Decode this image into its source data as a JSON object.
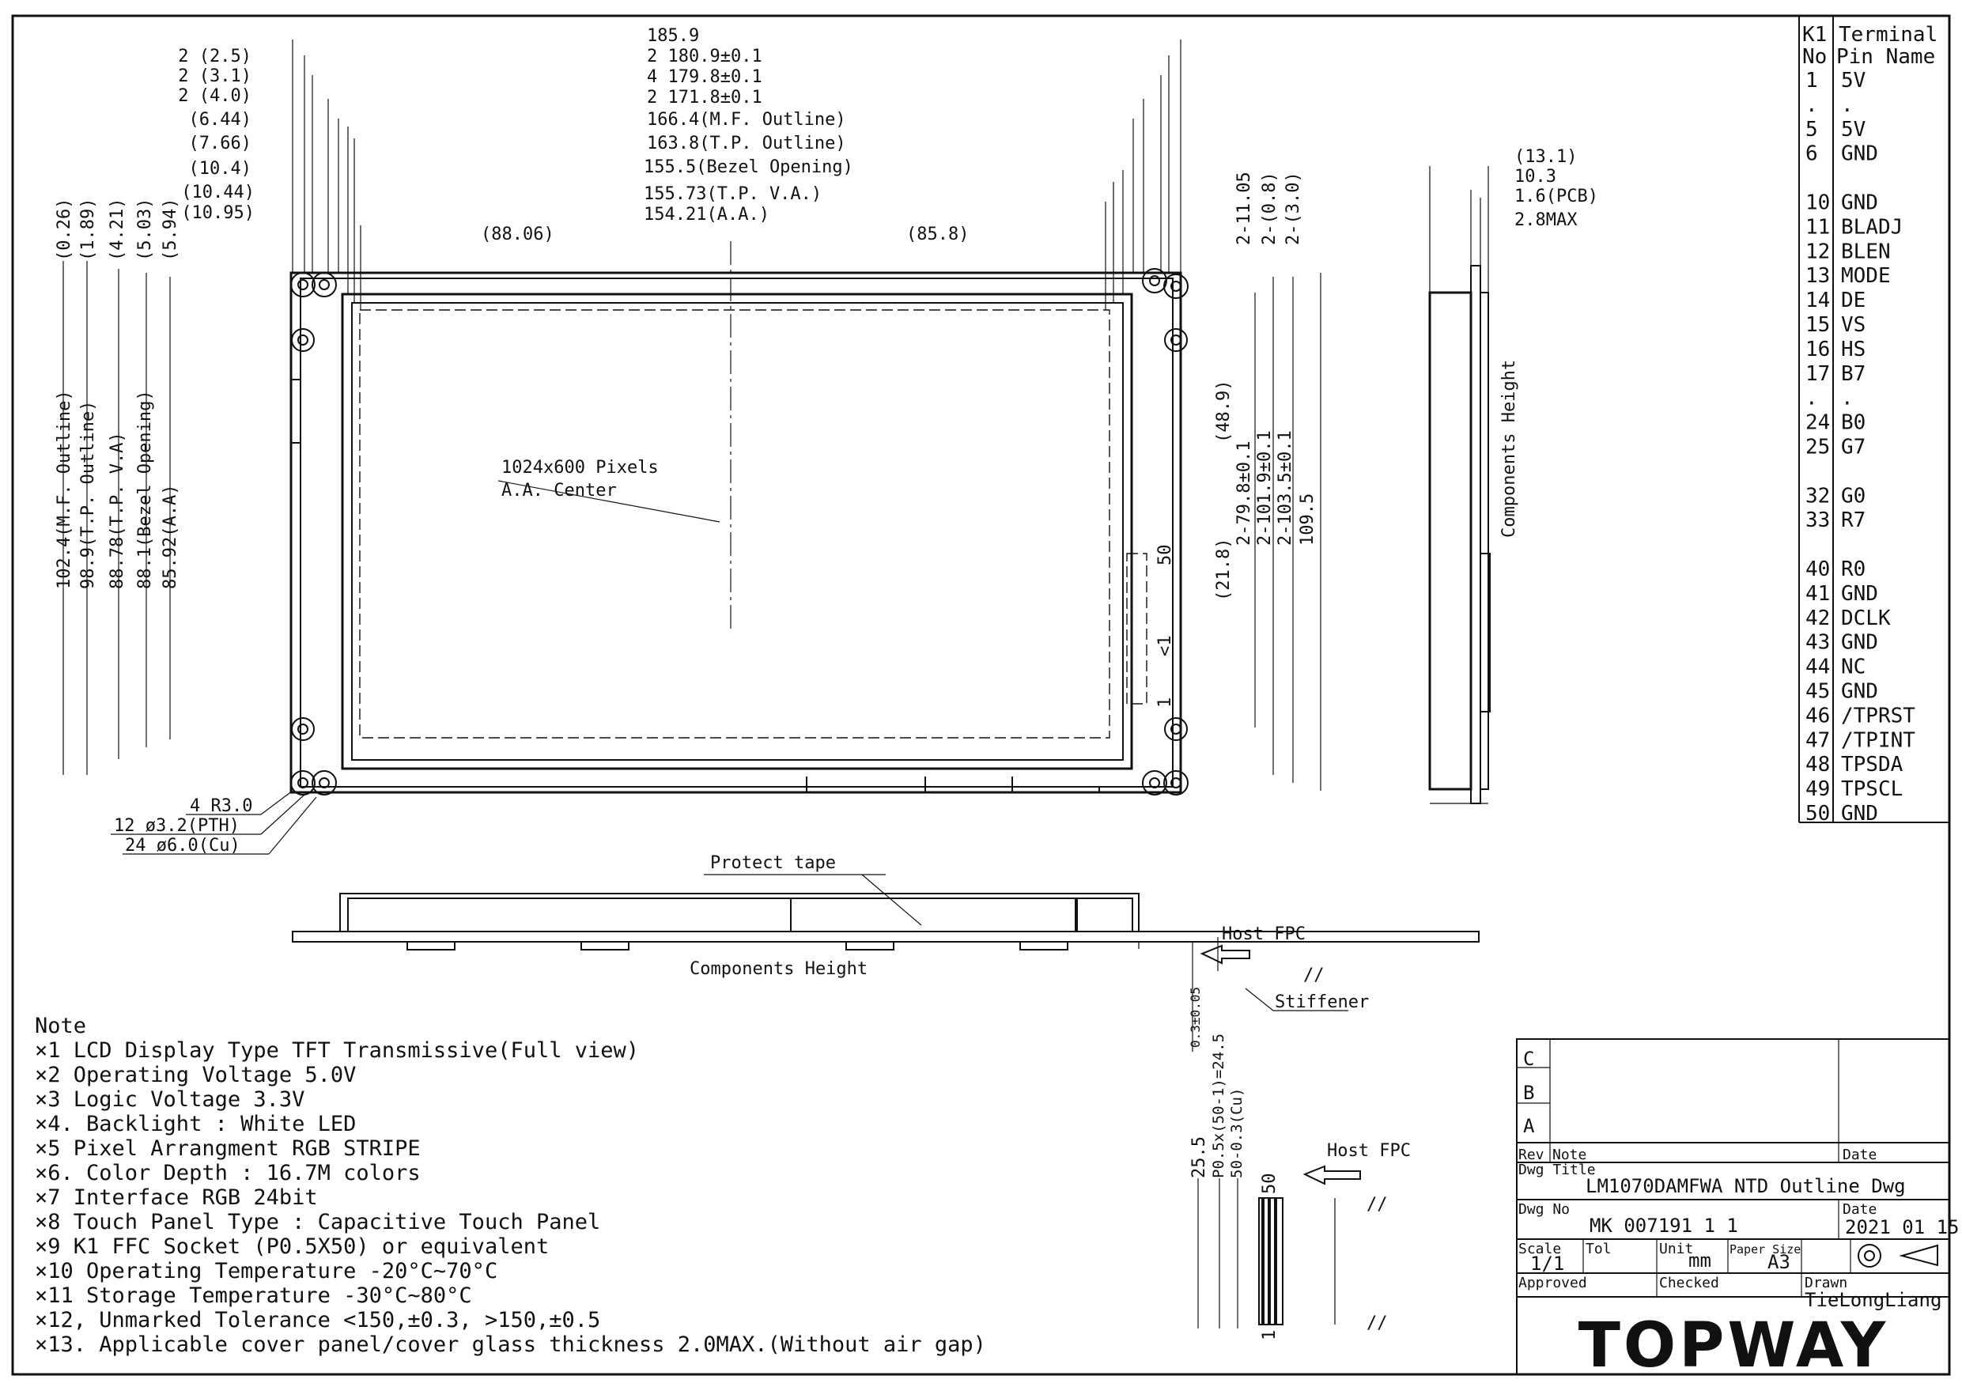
{
  "top_dims_left": [
    "2 (2.5)",
    "2 (3.1)",
    "2 (4.0)",
    "(6.44)",
    "(7.66)",
    "(10.4)",
    "(10.44)",
    "(10.95)"
  ],
  "top_dims_center": [
    "185.9",
    "2 180.9±0.1",
    "4 179.8±0.1",
    "2 171.8±0.1",
    "166.4(M.F. Outline)",
    "163.8(T.P. Outline)",
    "155.5(Bezel Opening)",
    "155.73(T.P. V.A.)",
    "154.21(A.A.)"
  ],
  "half_dims": [
    "(88.06)",
    "(85.8)"
  ],
  "left_vert_dims": [
    "(0.26)",
    "(1.89)",
    "(4.21)",
    "(5.03)",
    "(5.94)"
  ],
  "left_vert_long": [
    "102.4(M.F. Outline)",
    "98.9(T.P. Outline)",
    "88.78(T.P. V.A)",
    "88.1(Bezel Opening)",
    "85.92(A.A)"
  ],
  "right_vert_dims": [
    "2-11.05",
    "2-(0.8)",
    "2-(3.0)"
  ],
  "right_vert_long": [
    "(48.9)",
    "(21.8)",
    "2-79.8±0.1",
    "2-101.9±0.1",
    "2-103.5±0.1",
    "109.5"
  ],
  "side_dims": [
    "(13.1)",
    "10.3",
    "1.6(PCB)",
    "2.8MAX"
  ],
  "side_label": "Components Height",
  "center_label": [
    "1024x600 Pixels",
    "A.A. Center"
  ],
  "connector_marks": [
    "50",
    "<1",
    "1"
  ],
  "hole_dims": [
    "4 R3.0",
    "12 ø3.2(PTH)",
    "24 ø6.0(Cu)"
  ],
  "bottom_view": {
    "protect_tape": "Protect tape",
    "components_height": "Components Height",
    "host_fpc": "Host FPC",
    "stiffener": "Stiffener",
    "stiffener_dim": "0.3±0.05"
  },
  "fpc_detail": {
    "dims": [
      "25.5",
      "P0.5x(50-1)=24.5",
      "50-0.3(Cu)"
    ],
    "pin_marks": [
      "50",
      "1"
    ],
    "host_fpc": "Host FPC",
    "mark": "//"
  },
  "notes_title": "Note",
  "notes": [
    "×1  LCD Display Type  TFT Transmissive(Full view)",
    "×2  Operating Voltage   5.0V",
    "×3  Logic Voltage   3.3V",
    "×4. Backlight : White LED",
    "×5  Pixel Arrangment  RGB STRIPE",
    "×6. Color Depth : 16.7M colors",
    "×7  Interface   RGB 24bit",
    "×8  Touch Panel Type : Capacitive Touch Panel",
    "×9  K1   FFC Socket (P0.5X50) or equivalent",
    "×10  Operating Temperature    -20°C~70°C",
    "×11  Storage Temperature    -30°C~80°C",
    "×12, Unmarked Tolerance   <150,±0.3, >150,±0.5",
    "×13. Applicable cover panel/cover glass thickness    2.0MAX.(Without air gap)"
  ],
  "pin_table": {
    "header": [
      "K1",
      "Terminal"
    ],
    "subheader": [
      "No",
      "Pin Name"
    ],
    "rows": [
      [
        "1",
        "5V"
      ],
      [
        ".",
        "."
      ],
      [
        "5",
        "5V"
      ],
      [
        "6",
        "GND"
      ],
      [
        "",
        ""
      ],
      [
        "10",
        "GND"
      ],
      [
        "11",
        "BLADJ"
      ],
      [
        "12",
        "BLEN"
      ],
      [
        "13",
        "MODE"
      ],
      [
        "14",
        "DE"
      ],
      [
        "15",
        "VS"
      ],
      [
        "16",
        "HS"
      ],
      [
        "17",
        "B7"
      ],
      [
        ".",
        "."
      ],
      [
        "24",
        "B0"
      ],
      [
        "25",
        "G7"
      ],
      [
        "",
        ""
      ],
      [
        "32",
        "G0"
      ],
      [
        "33",
        "R7"
      ],
      [
        "",
        ""
      ],
      [
        "40",
        "R0"
      ],
      [
        "41",
        "GND"
      ],
      [
        "42",
        "DCLK"
      ],
      [
        "43",
        "GND"
      ],
      [
        "44",
        "NC"
      ],
      [
        "45",
        "GND"
      ],
      [
        "46",
        "/TPRST"
      ],
      [
        "47",
        "/TPINT"
      ],
      [
        "48",
        "TPSDA"
      ],
      [
        "49",
        "TPSCL"
      ],
      [
        "50",
        "GND"
      ]
    ]
  },
  "title_block": {
    "rev_marks": [
      "C",
      "B",
      "A"
    ],
    "rev": "Rev",
    "note": "Note",
    "date": "Date",
    "dwg_title_label": "Dwg Title",
    "dwg_title": "LM1070DAMFWA NTD Outline Dwg",
    "dwg_no_label": "Dwg No",
    "dwg_no": "MK 007191 1 1",
    "date_label": "Date",
    "date_value": "2021 01 15",
    "scale_label": "Scale",
    "scale": "1/1",
    "tol_label": "Tol",
    "unit_label": "Unit",
    "unit": "mm",
    "paper_label": "Paper Size",
    "paper": "A3",
    "approved": "Approved",
    "checked": "Checked",
    "drawn_label": "Drawn",
    "drawn": "TieLongLiang",
    "logo": "TOPWAY"
  }
}
